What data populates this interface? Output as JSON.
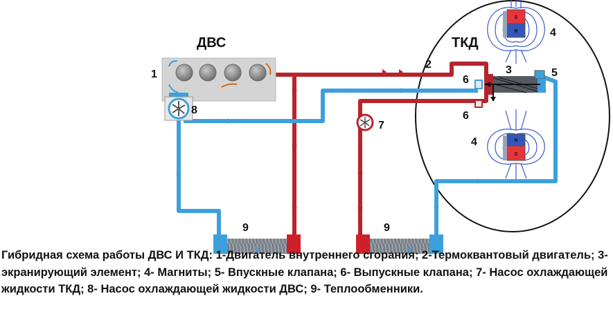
{
  "labels": {
    "engine_title": "ДВС",
    "tkd_title": "ТКД",
    "n1": "1",
    "n2": "2",
    "n3": "3",
    "n4_top": "4",
    "n4_bottom": "4",
    "n5": "5",
    "n6_top": "6",
    "n6_bottom": "6",
    "n7": "7",
    "n8": "8",
    "n9_left": "9",
    "n9_right": "9"
  },
  "magnet": {
    "pole_n": "N",
    "pole_s": "S"
  },
  "caption": "Гибридная схема работы ДВС И ТКД: 1-Двигатель внутреннего сгорания; 2-Термоквантовый двигатель; 3- экранирующий элемент; 4- Магниты; 5- Впускные клапана; 6- Выпускные клапана; 7- Насос охлаждающей жидкости ТКД; 8- Насос охлаждающей жидкости ДВС; 9- Теплообменники.",
  "colors": {
    "hot_pipe": "#b5252b",
    "cold_pipe": "#3da0dc",
    "radiator_core": "#7a8088",
    "engine_block": "#d4d4d4",
    "magnet_red": "#e8353b",
    "magnet_blue": "#3356b8",
    "field_lines": "#3a5cc8"
  }
}
